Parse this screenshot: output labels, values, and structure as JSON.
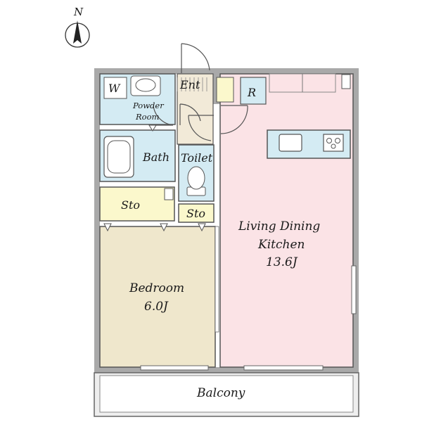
{
  "compass": {
    "label": "N"
  },
  "rooms": {
    "ent": "Ent",
    "powder_room": [
      "Powder",
      "Room"
    ],
    "washer": "W",
    "bath": "Bath",
    "toilet": "Toilet",
    "fridge": "R",
    "storage_left": "Sto",
    "storage_right": "Sto",
    "ldk": [
      "Living Dining",
      "Kitchen",
      "13.6J"
    ],
    "bedroom": [
      "Bedroom",
      "6.0J"
    ],
    "balcony": "Balcony"
  },
  "colors": {
    "wet_area": "#d4ebf3",
    "storage": "#fbf8cc",
    "bedroom": "#efe7cc",
    "ldk": "#fbe3e6",
    "entrance": "#f2ead8",
    "wall": "#a9a9a9",
    "balcony": "#eeeeee"
  }
}
